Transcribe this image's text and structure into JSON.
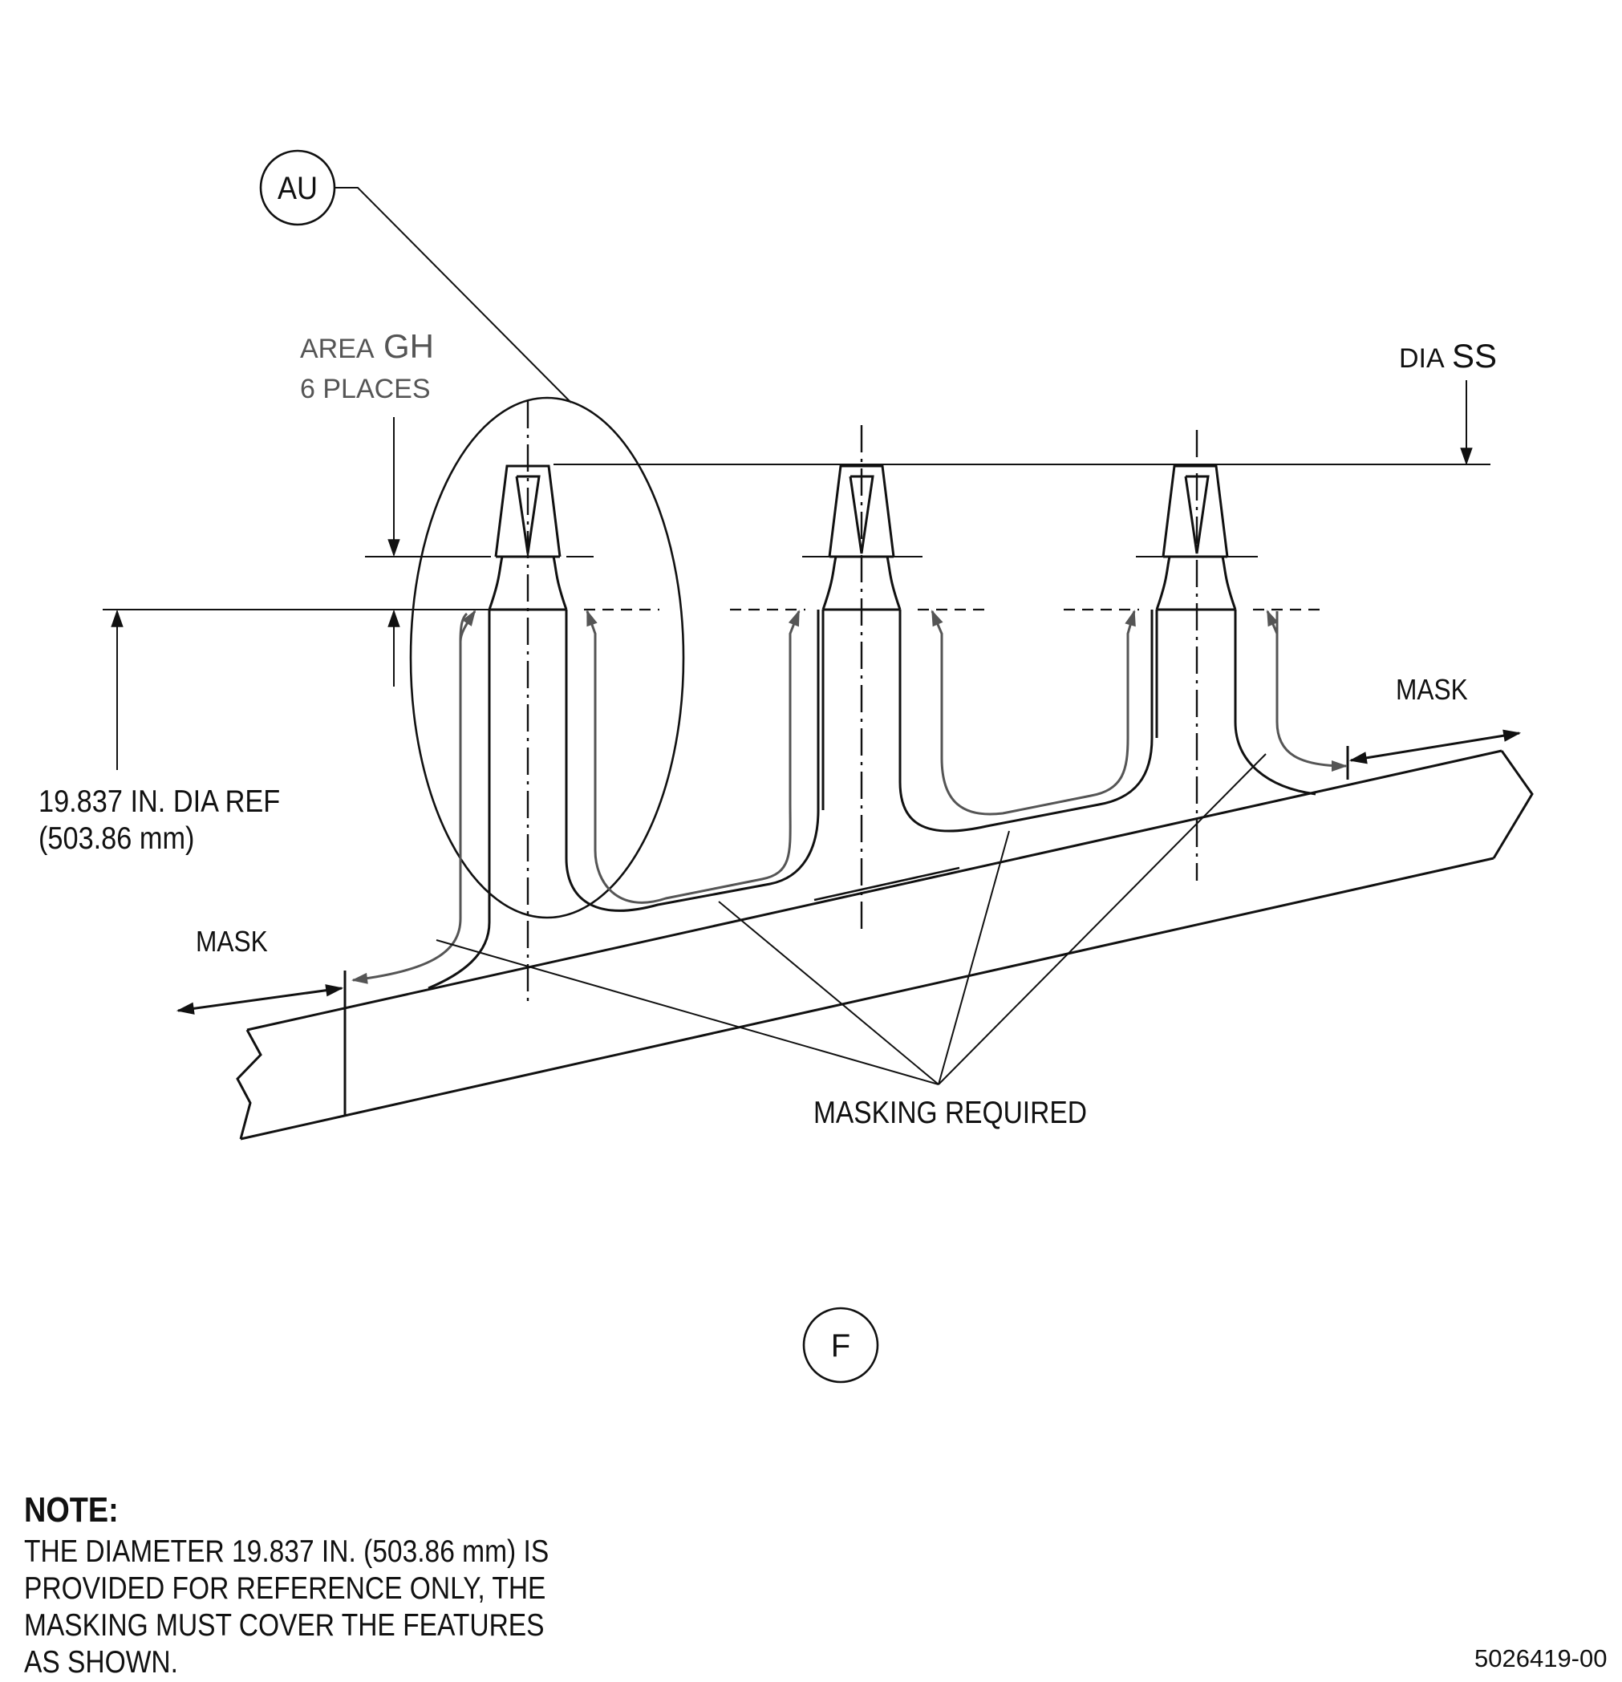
{
  "labels": {
    "detail_au": "AU",
    "area_gh_prefix": "AREA",
    "area_gh_code": "GH",
    "area_places": "6 PLACES",
    "dia_ss_prefix": "DIA",
    "dia_ss_code": "SS",
    "ref_dia_line1": "19.837 IN. DIA REF",
    "ref_dia_line2": "(503.86 mm)",
    "mask_left": "MASK",
    "mask_right": "MASK",
    "masking_required": "MASKING REQUIRED",
    "view_f": "F"
  },
  "note": {
    "title": "NOTE:",
    "body": "THE DIAMETER 19.837 IN. (503.86 mm) IS\nPROVIDED FOR REFERENCE ONLY, THE\nMASKING MUST COVER THE FEATURES\nAS SHOWN."
  },
  "document_number": "5026419-00",
  "colors": {
    "ink": "#111111",
    "mask_leader": "#555555"
  }
}
